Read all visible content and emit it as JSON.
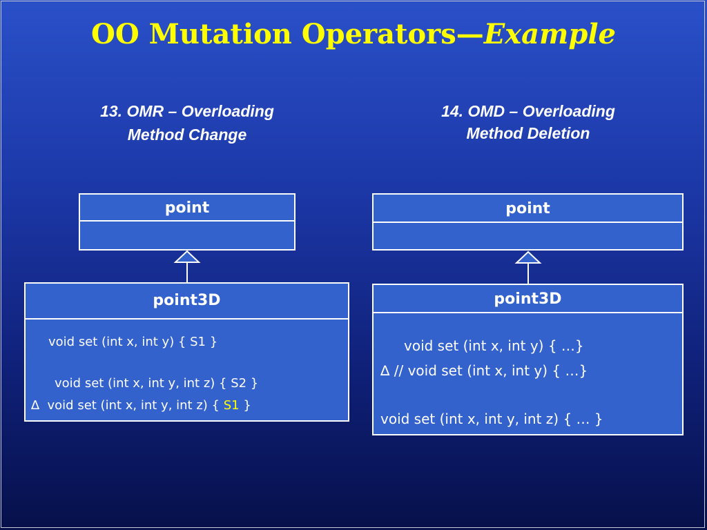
{
  "slide": {
    "title_main": "OO Mutation Operators—",
    "title_emph": "Example"
  },
  "left": {
    "heading_line1": "13. OMR – Overloading",
    "heading_line2": "Method Change",
    "parent_class": "point",
    "child_class": "point3D",
    "code": {
      "line1": "void set (int x, int y) { S1 }",
      "line2": "void set (int x, int y, int z) { S2 }",
      "line3_marker": "∆",
      "line3_prefix": "void set (int x, int y, int z) {",
      "line3_highlight": "S1",
      "line3_suffix": "}"
    }
  },
  "right": {
    "heading_line1": "14. OMD – Overloading",
    "heading_line2": "Method Deletion",
    "parent_class": "point",
    "child_class": "point3D",
    "code": {
      "line1": "void set (int x, int y) { …}",
      "line2_marker": "∆",
      "line2_text": "// void set (int x, int y) { …}",
      "line3": "void set (int x, int y, int z) { … }"
    }
  },
  "colors": {
    "title": "#ffff00",
    "class_box": "#3462cc",
    "highlight": "#ffff00",
    "text": "#ffffff"
  }
}
